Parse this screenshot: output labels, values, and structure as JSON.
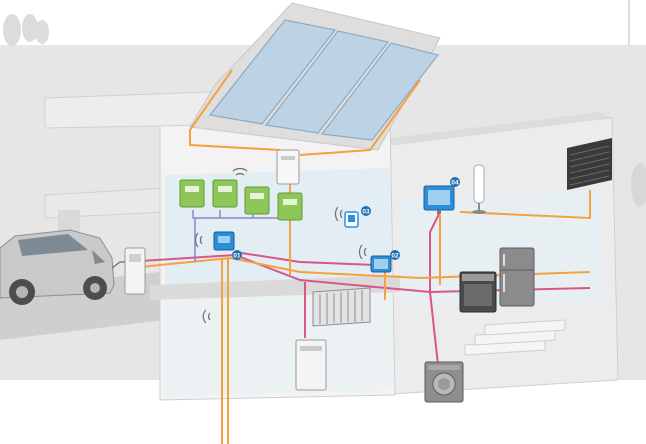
{
  "diagram": {
    "colors": {
      "background_band": "#e6e6e6",
      "house_wall": "#f2f2f2",
      "house_interior": "#e4eef3",
      "roof_slab": "#dcdcdc",
      "solar_panel": "#bcd3e6",
      "power_line": "#f5a13d",
      "data_line": "#d9558a",
      "bus_line": "#8f86c9",
      "meter_green": "#8fc65a",
      "device_blue": "#2d8fd8",
      "badge_blue": "#1f6fb3"
    },
    "badges": [
      {
        "id": "gateway",
        "label": "01"
      },
      {
        "id": "thermostat-panel",
        "label": "02"
      },
      {
        "id": "room-sensor",
        "label": "03"
      },
      {
        "id": "display-panel",
        "label": "04"
      }
    ],
    "icons": {
      "car": "car-icon",
      "charger": "ev-charger-icon",
      "solar": "solar-panel-icon",
      "inverter": "inverter-icon",
      "meter": "energy-meter-icon",
      "gateway": "smart-gateway-icon",
      "wifi": "wireless-signal-icon",
      "radiator": "radiator-icon",
      "heat_pump": "heat-pump-icon",
      "fridge": "fridge-icon",
      "stove": "stove-icon",
      "washer": "washing-machine-icon",
      "lamp": "floor-lamp-icon",
      "tv": "tv-icon",
      "ac": "air-conditioner-icon"
    }
  }
}
